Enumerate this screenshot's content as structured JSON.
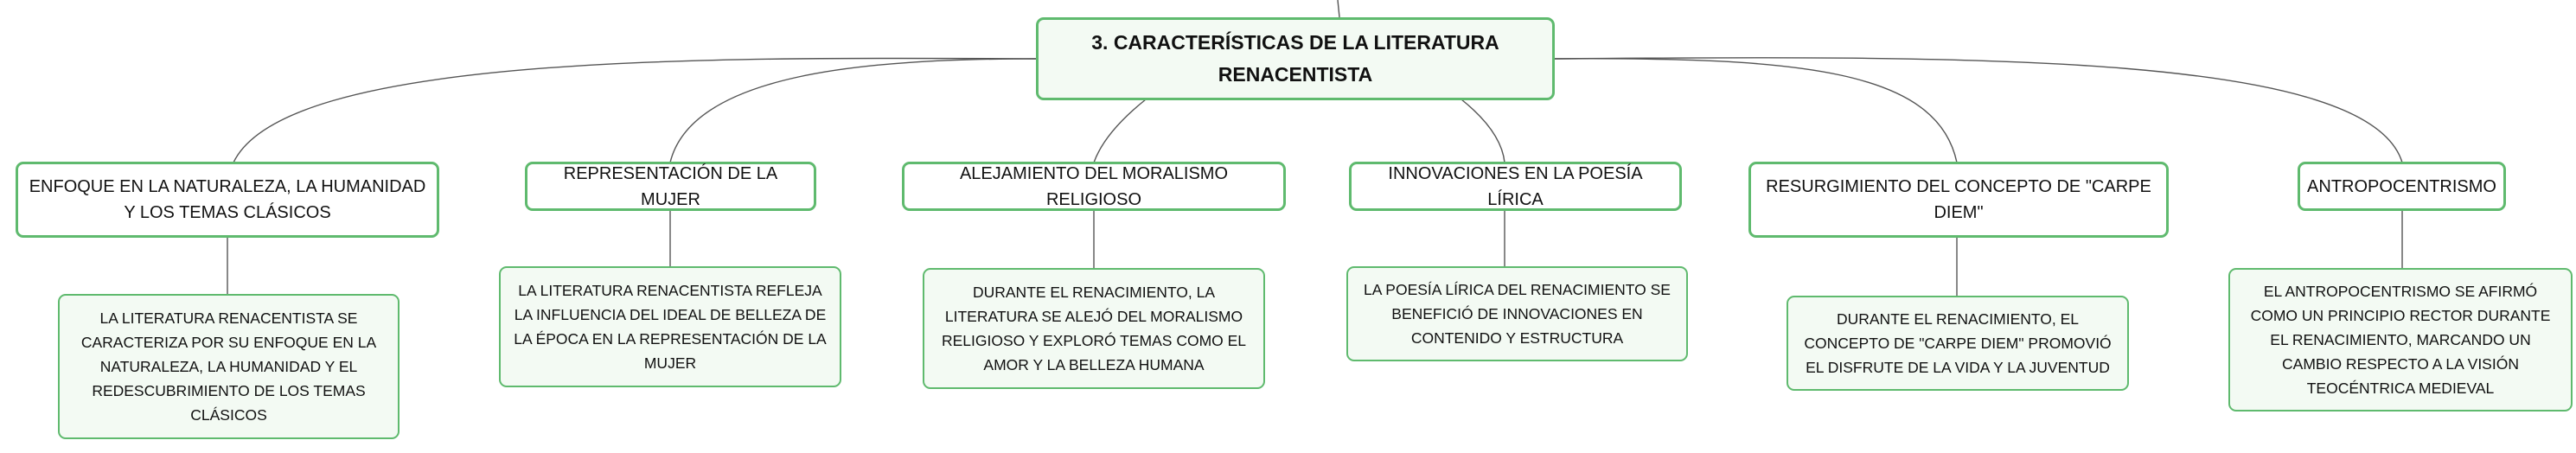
{
  "root": {
    "title": "3. CARACTERÍSTICAS DE LA LITERATURA RENACENTISTA"
  },
  "branches": [
    {
      "topic": "ENFOQUE EN LA NATURALEZA, LA HUMANIDAD Y LOS TEMAS CLÁSICOS",
      "detail": "LA LITERATURA RENACENTISTA SE CARACTERIZA POR SU ENFOQUE EN LA NATURALEZA, LA HUMANIDAD Y EL REDESCUBRIMIENTO DE LOS TEMAS CLÁSICOS"
    },
    {
      "topic": "REPRESENTACIÓN DE LA MUJER",
      "detail": "LA LITERATURA RENACENTISTA REFLEJA LA INFLUENCIA DEL IDEAL DE BELLEZA DE LA ÉPOCA EN LA REPRESENTACIÓN DE LA MUJER"
    },
    {
      "topic": "ALEJAMIENTO DEL MORALISMO RELIGIOSO",
      "detail": "DURANTE EL RENACIMIENTO, LA LITERATURA SE ALEJÓ DEL MORALISMO RELIGIOSO Y EXPLORÓ TEMAS COMO EL AMOR Y LA BELLEZA HUMANA"
    },
    {
      "topic": "INNOVACIONES EN LA POESÍA LÍRICA",
      "detail": "LA POESÍA LÍRICA DEL RENACIMIENTO SE BENEFICIÓ DE INNOVACIONES EN CONTENIDO Y ESTRUCTURA"
    },
    {
      "topic": "RESURGIMIENTO DEL CONCEPTO DE \"CARPE DIEM\"",
      "detail": "DURANTE EL RENACIMIENTO, EL CONCEPTO DE \"CARPE DIEM\" PROMOVIÓ EL DISFRUTE DE LA VIDA Y LA JUVENTUD"
    },
    {
      "topic": "ANTROPOCENTRISMO",
      "detail": "EL ANTROPOCENTRISMO SE AFIRMÓ COMO UN PRINCIPIO RECTOR DURANTE EL RENACIMIENTO, MARCANDO UN CAMBIO RESPECTO A LA VISIÓN TEOCÉNTRICA MEDIEVAL"
    }
  ],
  "colors": {
    "border": "#5fba6e",
    "connector": "#555555",
    "detail_fill": "#f3faf3"
  }
}
